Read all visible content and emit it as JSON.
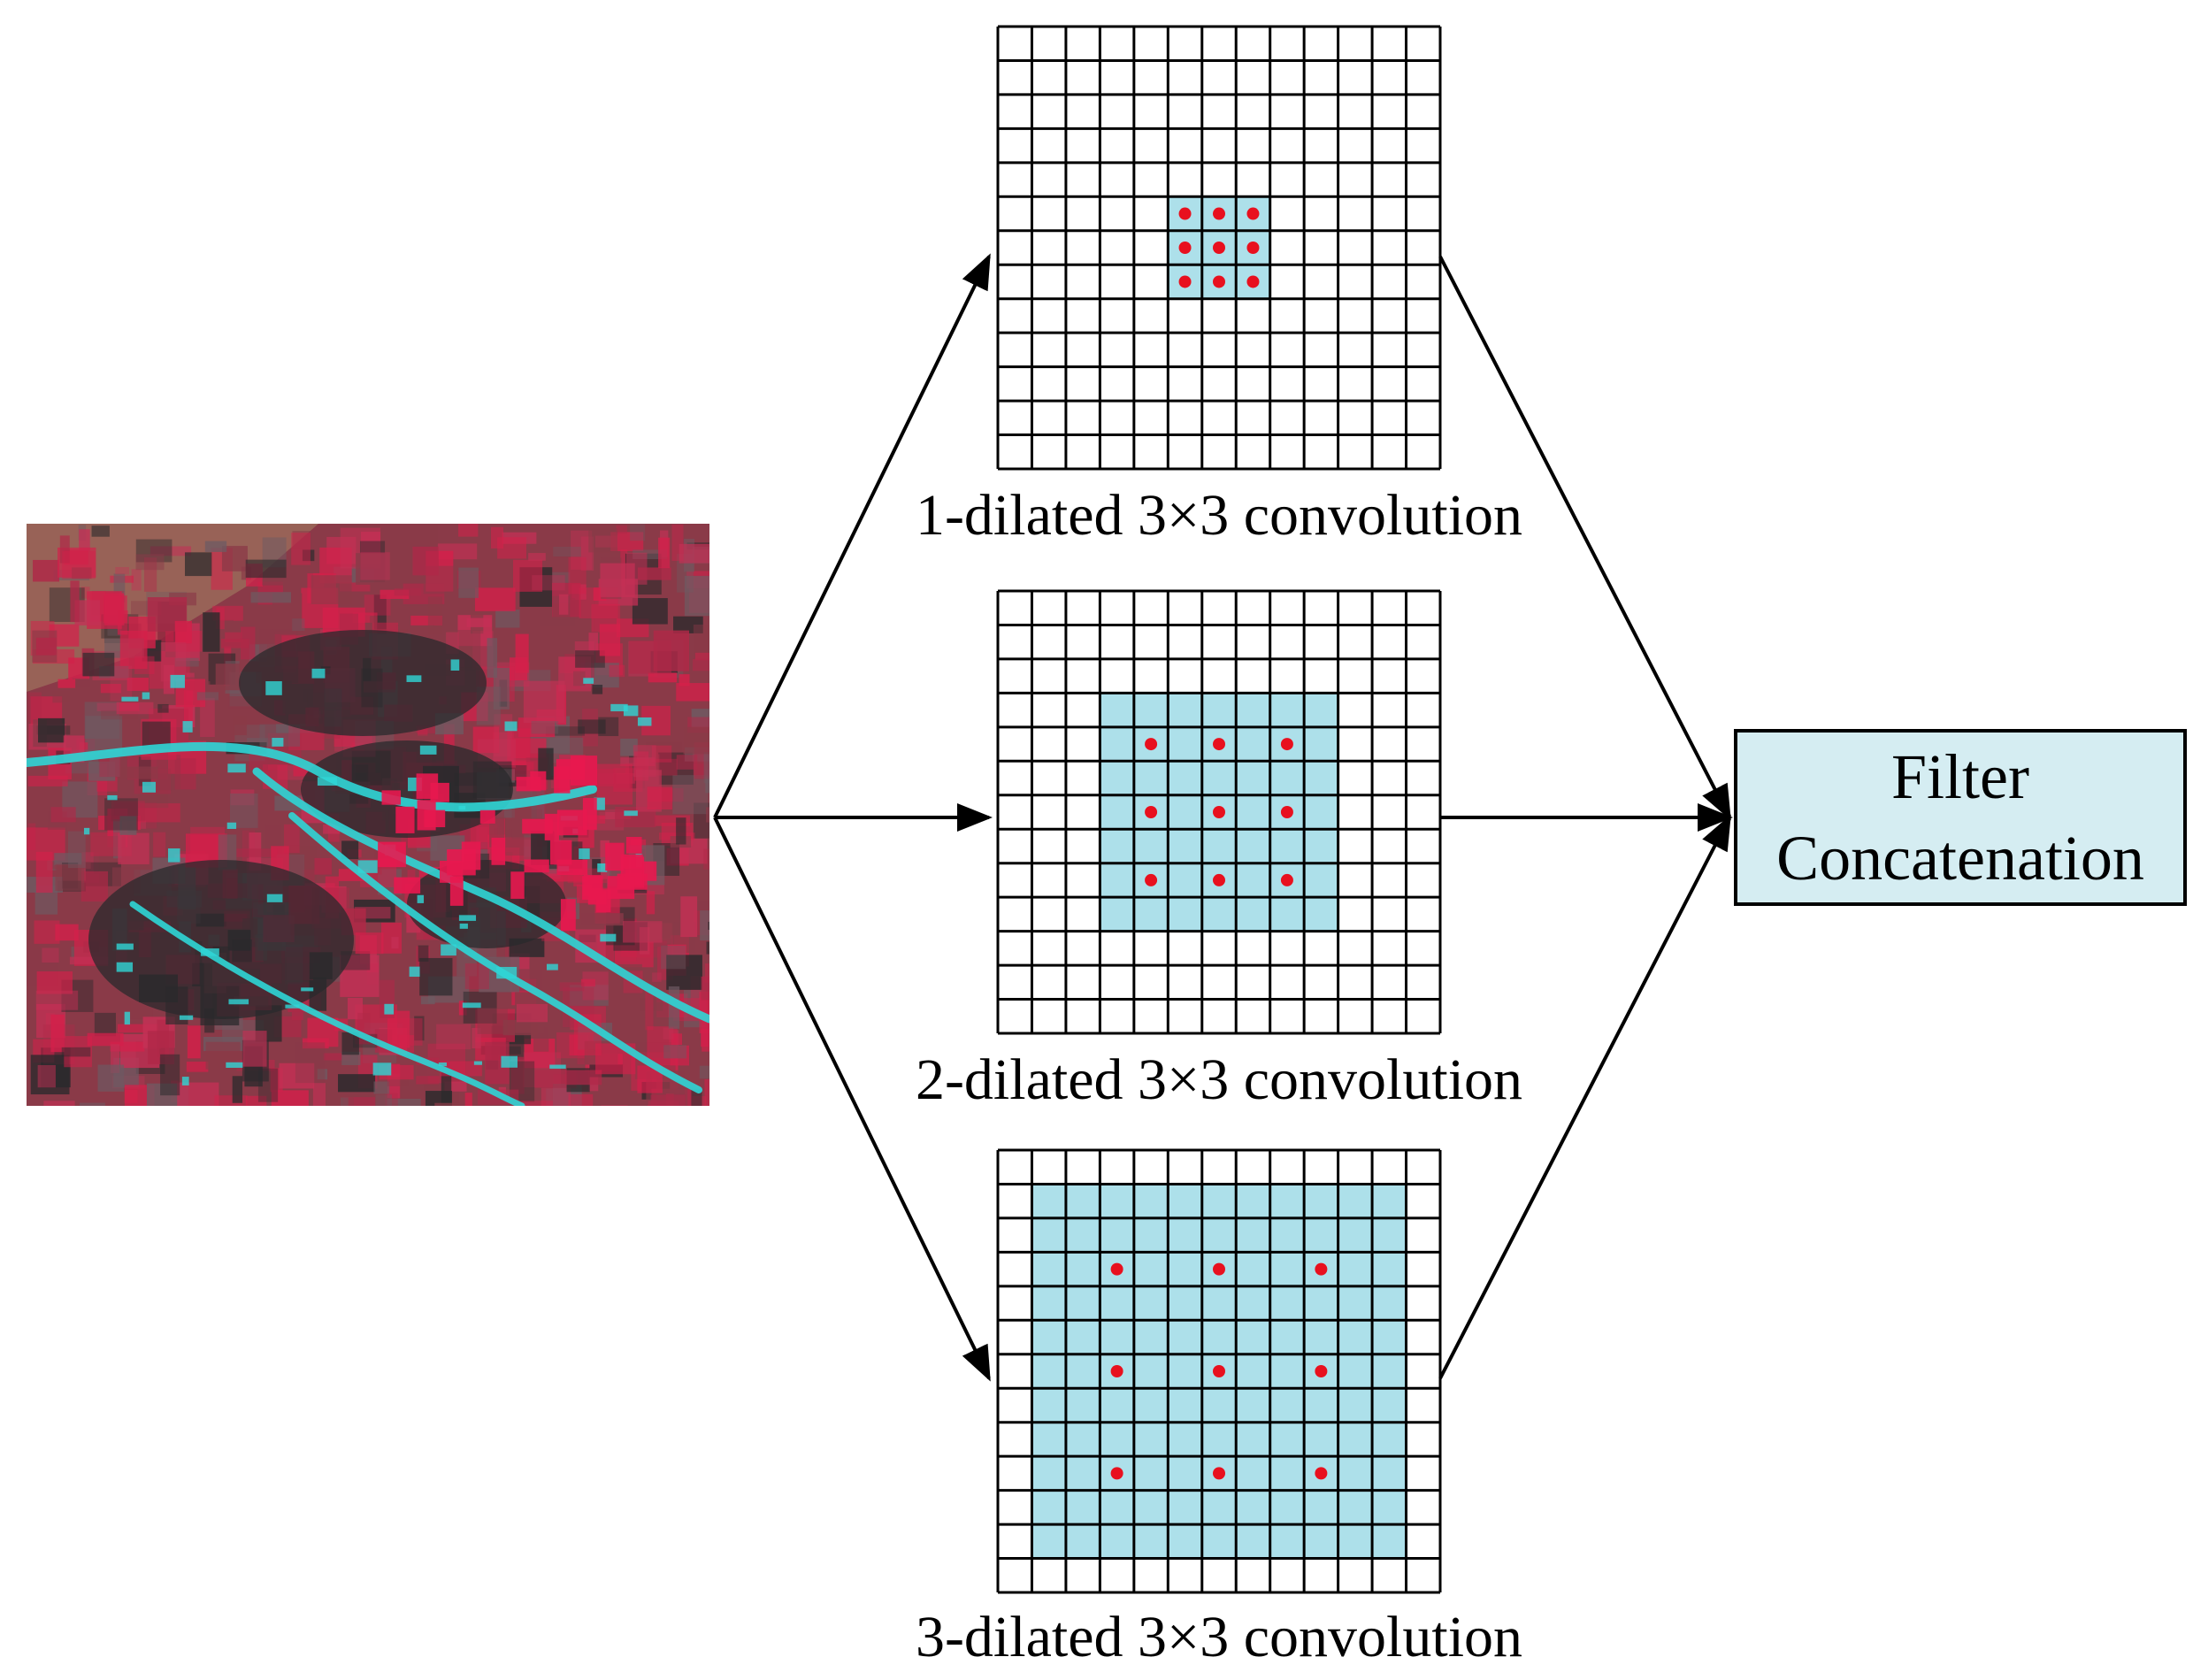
{
  "input_image": {
    "description": "satellite-image",
    "colors": {
      "base": "#8a3a48",
      "vegetation": "#d4204a",
      "water": "#2fd6d6",
      "dark": "#2a2a2c",
      "soil": "#9a6a5a"
    }
  },
  "panels": [
    {
      "caption": "1-dilated 3×3 convolution",
      "dilation": 1
    },
    {
      "caption": "2-dilated 3×3 convolution",
      "dilation": 2
    },
    {
      "caption": "3-dilated 3×3 convolution",
      "dilation": 3
    }
  ],
  "grid": {
    "cells": 13,
    "kernel": 3
  },
  "output_box": {
    "line1": "Filter",
    "line2": "Concatenation"
  },
  "colors": {
    "receptive_field": "#ade0ea",
    "kernel_dot": "#e8101e",
    "grid_line": "#000000",
    "output_box_fill": "#d5edf2",
    "arrow": "#000000"
  }
}
